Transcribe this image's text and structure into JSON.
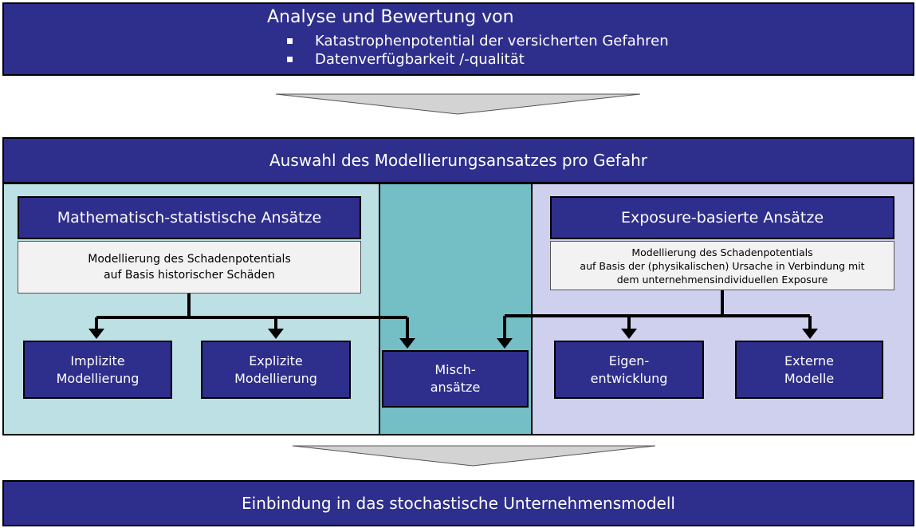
{
  "top": {
    "title": "Analyse und Bewertung von",
    "bullets": [
      "Katastrophenpotential der versicherten Gefahren",
      "Datenverfügbarkeit /-qualität"
    ]
  },
  "selection": {
    "title": "Auswahl des Modellierungsansatzes pro Gefahr"
  },
  "left_panel": {
    "heading": "Mathematisch-statistische Ansätze",
    "description_lines": [
      "Modellierung des Schadenpotentials",
      "auf Basis historischer Schäden"
    ],
    "children": [
      {
        "lines": [
          "Implizite",
          "Modellierung"
        ]
      },
      {
        "lines": [
          "Explizite",
          "Modellierung"
        ]
      }
    ]
  },
  "middle_panel": {
    "child": {
      "lines": [
        "Misch-",
        "ansätze"
      ]
    }
  },
  "right_panel": {
    "heading": "Exposure-basierte Ansätze",
    "description_lines": [
      "Modellierung des Schadenpotentials",
      "auf Basis der (physikalischen) Ursache in Verbindung mit",
      "dem unternehmensindividuellen Exposure"
    ],
    "children": [
      {
        "lines": [
          "Eigen-",
          "entwicklung"
        ]
      },
      {
        "lines": [
          "Externe",
          "Modelle"
        ]
      }
    ]
  },
  "bottom": {
    "title": "Einbindung in das stochastische Unternehmensmodell"
  },
  "colors": {
    "navy": "#2e2e8c",
    "panel_left": "#bde0e4",
    "panel_middle": "#74bfc5",
    "panel_right": "#cfcfee",
    "description_bg": "#f2f2f2",
    "funnel_arrow": "#d3d3d3"
  }
}
